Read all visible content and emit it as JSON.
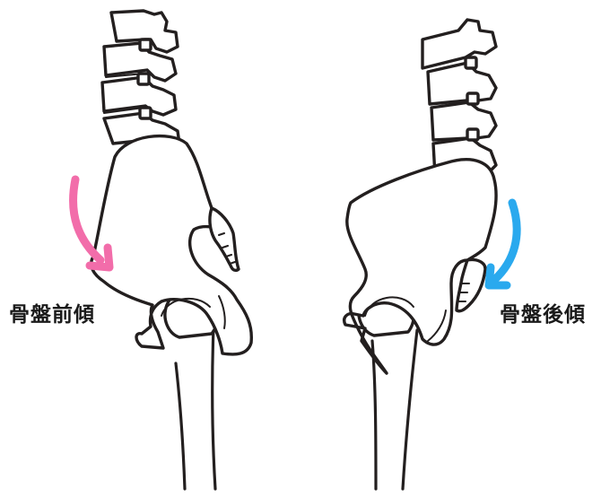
{
  "figures": [
    {
      "id": "anterior",
      "label": "骨盤前傾",
      "arrow_color": "#f26daa",
      "arrow_direction": "down-forward"
    },
    {
      "id": "posterior",
      "label": "骨盤後傾",
      "arrow_color": "#2aa9ee",
      "arrow_direction": "down-backward"
    }
  ],
  "colors": {
    "outline": "#231f1f",
    "background": "#ffffff",
    "anterior_arrow": "#f26daa",
    "posterior_arrow": "#2aa9ee"
  }
}
